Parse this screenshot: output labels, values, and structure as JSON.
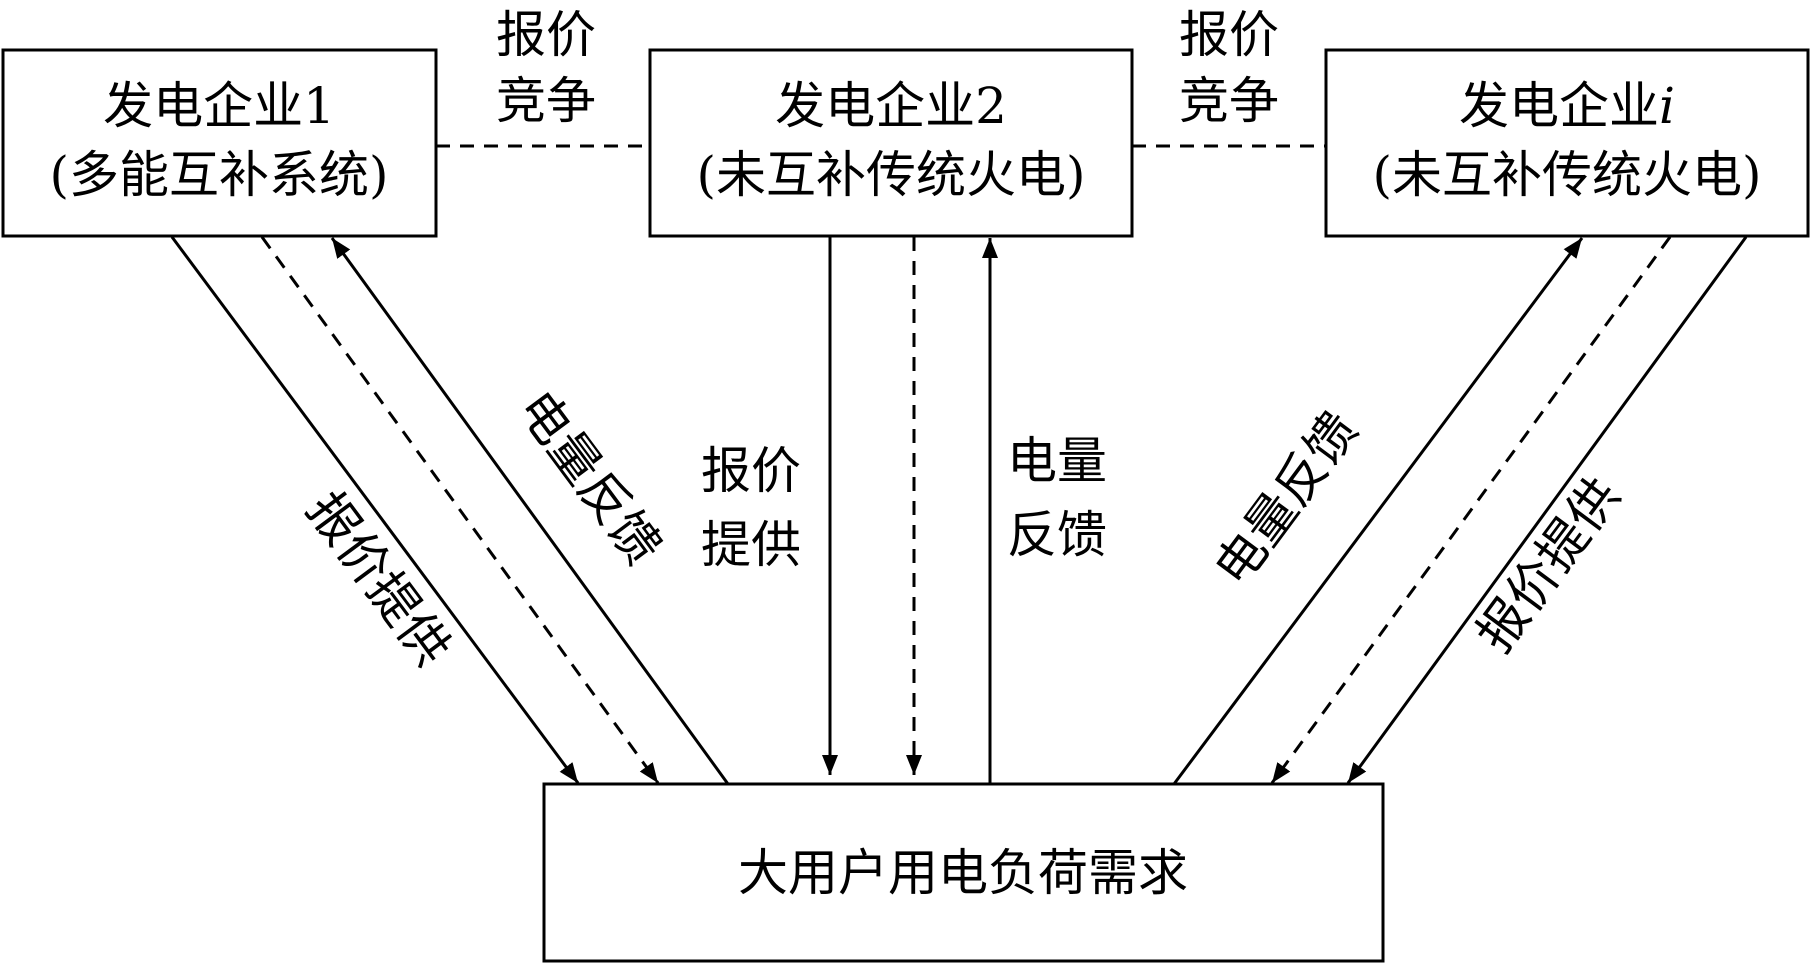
{
  "nodes": {
    "gen1": {
      "line1": "发电企业1",
      "line2": "(多能互补系统)"
    },
    "gen2": {
      "line1": "发电企业2",
      "line2": "(未互补传统火电)"
    },
    "geni": {
      "line1_prefix": "发电企业",
      "line1_italic": "i",
      "line2": "(未互补传统火电)"
    },
    "demand": {
      "label": "大用户用电负荷需求"
    }
  },
  "edge_labels": {
    "competition_left": [
      "报价",
      "竞争"
    ],
    "competition_right": [
      "报价",
      "竞争"
    ],
    "gen1_quote": "报价提供",
    "gen1_feedback": "电量反馈",
    "gen2_quote": [
      "报价",
      "提供"
    ],
    "gen2_feedback": [
      "电量",
      "反馈"
    ],
    "geni_feedback": "电量反馈",
    "geni_quote": "报价提供"
  },
  "colors": {
    "line": "#000000",
    "background": "#ffffff"
  }
}
